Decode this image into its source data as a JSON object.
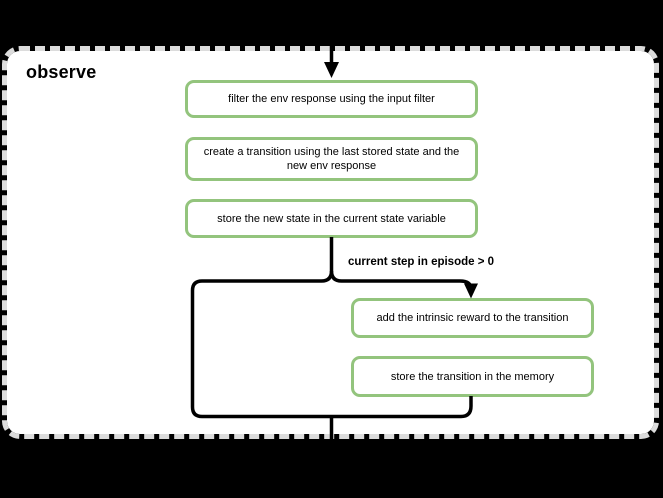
{
  "diagram": {
    "title": "observe",
    "condition_label": "current step in episode > 0",
    "nodes": [
      {
        "id": "filter-env-response",
        "text": "filter the env response using the input filter"
      },
      {
        "id": "create-transition",
        "text": "create a transition using the last stored state and the new env response"
      },
      {
        "id": "store-new-state",
        "text": "store the new state in the current state variable"
      },
      {
        "id": "add-intrinsic-reward",
        "text": "add the intrinsic reward to the transition"
      },
      {
        "id": "store-transition",
        "text": "store the transition in the memory"
      }
    ],
    "colors": {
      "page_background": "#000000",
      "panel_fill": "#ffffff",
      "panel_border": "#dcdcdc",
      "node_border": "#93c47d",
      "node_fill": "#ffffff",
      "connector": "#000000",
      "text": "#000000"
    }
  }
}
